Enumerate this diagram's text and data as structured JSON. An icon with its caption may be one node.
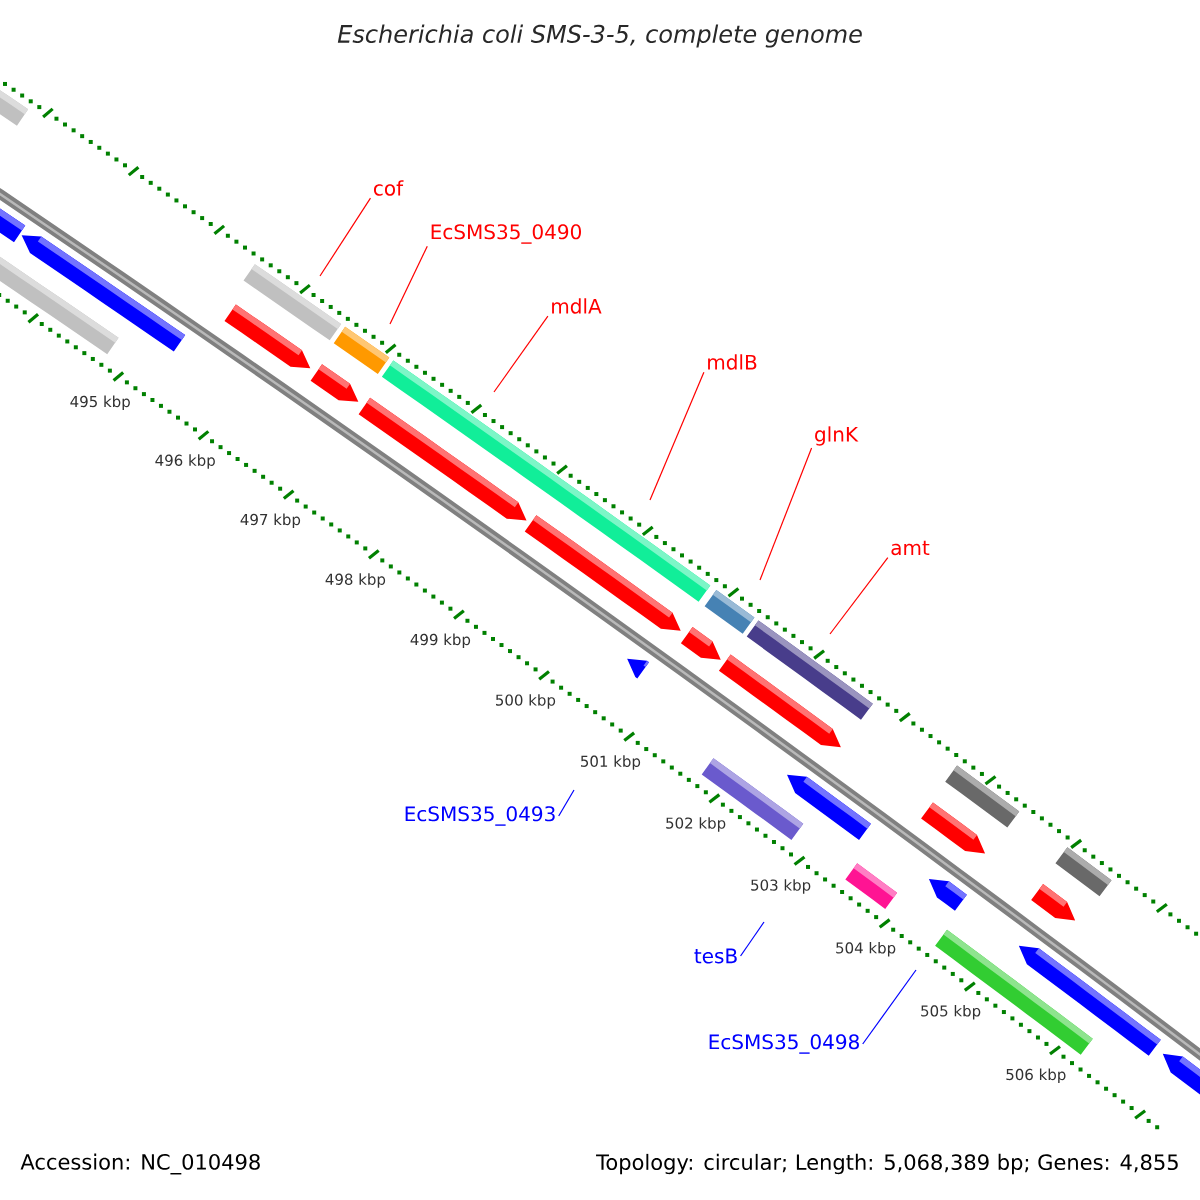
{
  "diagram": {
    "title": "Escherichia coli SMS-3-5, complete genome",
    "nodes": [
      {
        "text": [
          "cof"
        ]
      },
      {
        "text": [
          "EcSMS35_0490"
        ]
      },
      {
        "text": [
          "mdlA"
        ]
      },
      {
        "text": [
          "mdlB"
        ]
      },
      {
        "text": [
          "glnK"
        ]
      },
      {
        "text": [
          "amt"
        ]
      },
      {
        "text": [
          "EcSMS35_0493"
        ]
      },
      {
        "text": [
          "tesB"
        ]
      },
      {
        "text": [
          "EcSMS35_0498"
        ]
      }
    ],
    "edges": [
      {
        "from": 0,
        "to": null,
        "arrow": "none"
      },
      {
        "from": 1,
        "to": null,
        "arrow": "none"
      },
      {
        "from": 2,
        "to": null,
        "arrow": "none"
      },
      {
        "from": 3,
        "to": null,
        "arrow": "none"
      },
      {
        "from": 4,
        "to": null,
        "arrow": "none"
      },
      {
        "from": 5,
        "to": null,
        "arrow": "none"
      },
      {
        "from": 6,
        "to": null,
        "arrow": "none",
        "color": "#0000ff"
      },
      {
        "from": 7,
        "to": null,
        "arrow": "none",
        "color": "#0000ff"
      },
      {
        "from": 8,
        "to": null,
        "arrow": "none",
        "color": "#0000ff"
      }
    ],
    "labels": [
      "495 kbp",
      "496 kbp",
      "497 kbp",
      "498 kbp",
      "499 kbp",
      "500 kbp",
      "501 kbp",
      "502 kbp",
      "503 kbp",
      "504 kbp",
      "505 kbp",
      "506 kbp",
      "Accession: NC_010498",
      "Topology: circular; Length: 5,068,389 bp; Genes: 4,855"
    ]
  }
}
